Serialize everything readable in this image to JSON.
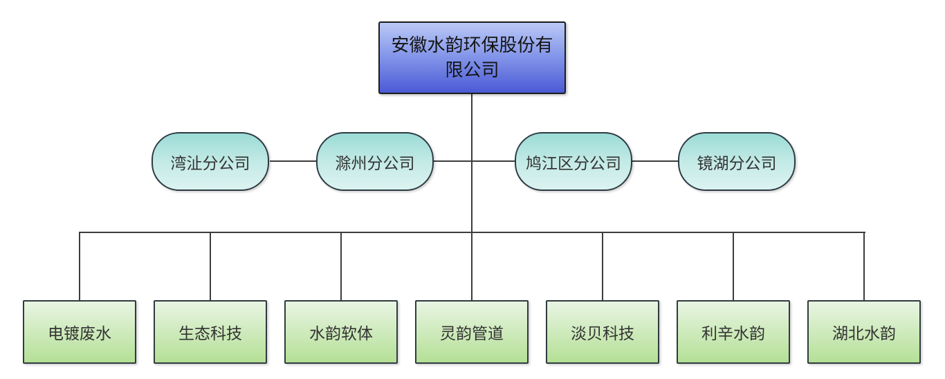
{
  "org_chart": {
    "type": "org-tree",
    "root": {
      "label": "安徽水韵环保股份有限公司"
    },
    "branches": [
      {
        "label": "湾沚分公司"
      },
      {
        "label": "滁州分公司"
      },
      {
        "label": "鸠江区分公司"
      },
      {
        "label": "镜湖分公司"
      }
    ],
    "subsidiaries": [
      {
        "label": "电镀废水"
      },
      {
        "label": "生态科技"
      },
      {
        "label": "水韵软体"
      },
      {
        "label": "灵韵管道"
      },
      {
        "label": "淡贝科技"
      },
      {
        "label": "利辛水韵"
      },
      {
        "label": "湖北水韵"
      }
    ],
    "colors": {
      "background": "#ffffff",
      "root_gradient_top": "#bac9f6",
      "root_gradient_bottom": "#4b5ad6",
      "branch_gradient_top": "#9cdbd6",
      "branch_gradient_bottom": "#dbf3f0",
      "subsidiary_gradient_top": "#e9f5e3",
      "subsidiary_gradient_bottom": "#b4e096",
      "node_border": "#2c3a42",
      "connector": "#3c3c3c",
      "text": "#333333"
    }
  }
}
